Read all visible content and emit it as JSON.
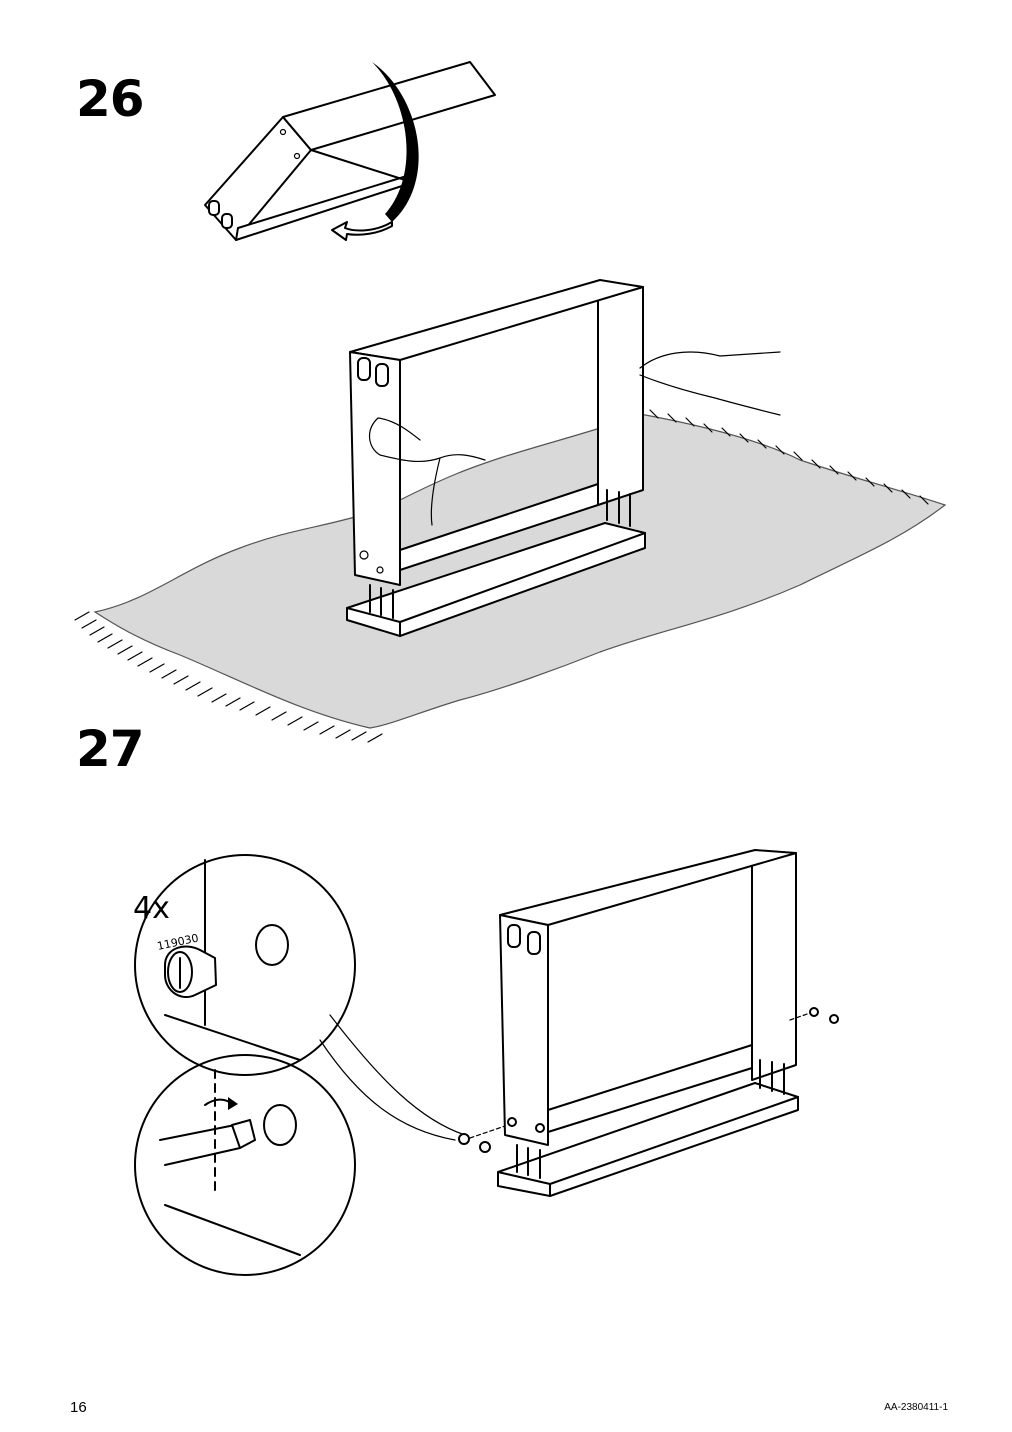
{
  "steps": {
    "first": "26",
    "second": "27"
  },
  "callout": {
    "quantity": "4x",
    "part_number": "119030"
  },
  "footer": {
    "page_number": "16",
    "document_id": "AA-2380411-1"
  }
}
